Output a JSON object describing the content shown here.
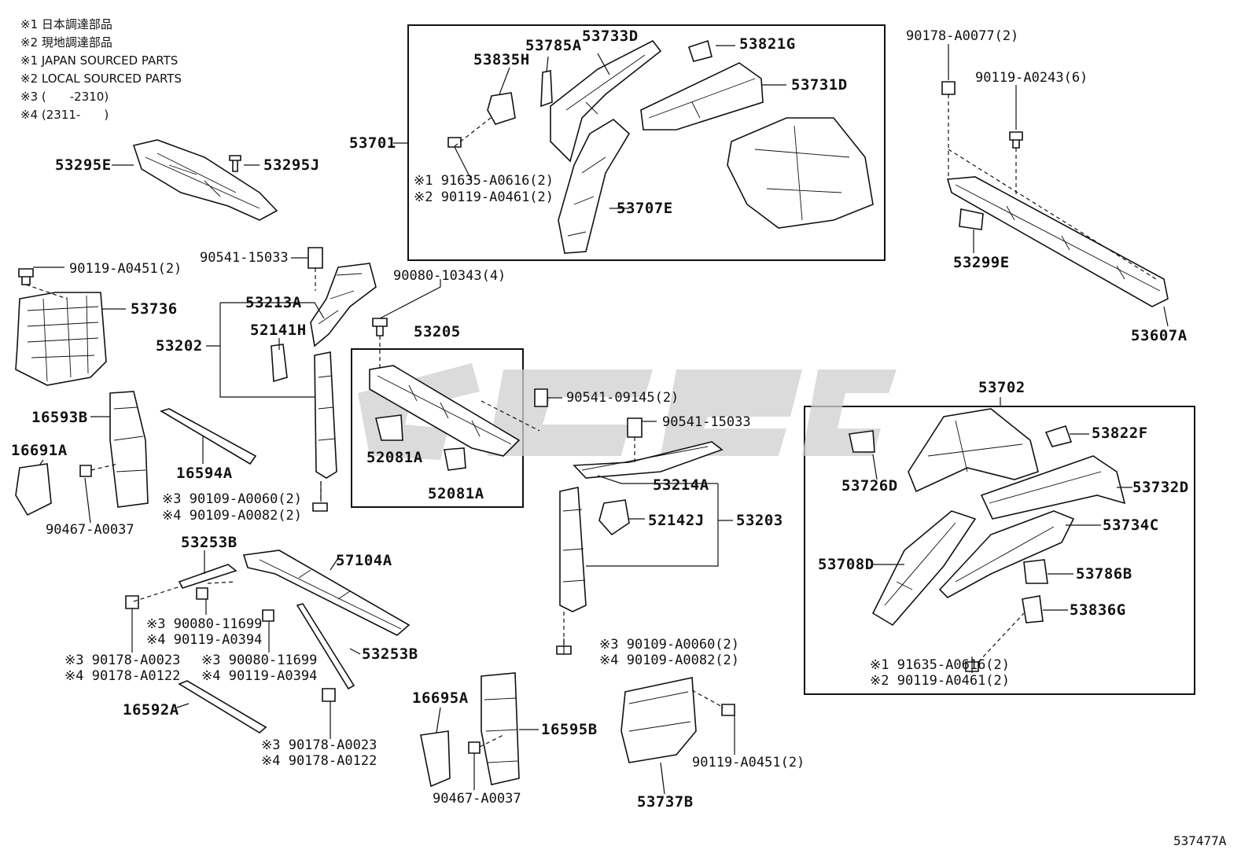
{
  "legend": [
    "※1 日本調達部品",
    "※2 現地調達部品",
    "※1 JAPAN SOURCED PARTS",
    "※2 LOCAL SOURCED PARTS",
    "※3 (　　-2310)",
    "※4 (2311-　　)"
  ],
  "labels": {
    "l53295E": "53295E",
    "l53295J": "53295J",
    "l53701": "53701",
    "l53835H": "53835H",
    "l53785A": "53785A",
    "l53733D": "53733D",
    "l53821G": "53821G",
    "l53731D": "53731D",
    "l53707E": "53707E",
    "l91635a": "※1 91635-A0616(2)",
    "l90119a": "※2 90119-A0461(2)",
    "l90178_0077": "90178-A0077(2)",
    "l90119_0243": "90119-A0243(6)",
    "l53299E": "53299E",
    "l53607A": "53607A",
    "l90119_0451a": "90119-A0451(2)",
    "l53736": "53736",
    "l90541_15033a": "90541-15033",
    "l53213A": "53213A",
    "l53202": "53202",
    "l52141H": "52141H",
    "l90080_10343": "90080-10343(4)",
    "l53205": "53205",
    "l52081A_1": "52081A",
    "l52081A_2": "52081A",
    "l90541_09145": "90541-09145(2)",
    "l90541_15033b": "90541-15033",
    "l16593B": "16593B",
    "l16691A": "16691A",
    "l90467_a": "90467-A0037",
    "l16594A": "16594A",
    "l90109_60a": "※3 90109-A0060(2)",
    "l90109_82a": "※4 90109-A0082(2)",
    "l53214A": "53214A",
    "l52142J": "52142J",
    "l53203": "53203",
    "l53253B_1": "53253B",
    "l57104A": "57104A",
    "l90080_11699a": "※3 90080-11699",
    "l90119_0394a": "※4 90119-A0394",
    "l90080_11699b": "※3 90080-11699",
    "l90119_0394b": "※4 90119-A0394",
    "l90178_0023a": "※3 90178-A0023",
    "l90178_0122a": "※4 90178-A0122",
    "l53253B_2": "53253B",
    "l16592A": "16592A",
    "l90178_0023b": "※3 90178-A0023",
    "l90178_0122b": "※4 90178-A0122",
    "l90109_60b": "※3 90109-A0060(2)",
    "l90109_82b": "※4 90109-A0082(2)",
    "l16695A": "16695A",
    "l16595B": "16595B",
    "l90467_b": "90467-A0037",
    "l53737B": "53737B",
    "l90119_0451b": "90119-A0451(2)",
    "l53702": "53702",
    "l53726D": "53726D",
    "l53822F": "53822F",
    "l53732D": "53732D",
    "l53734C": "53734C",
    "l53708D": "53708D",
    "l53786B": "53786B",
    "l53836G": "53836G",
    "l91635b": "※1 91635-A0616(2)",
    "l90119b": "※2 90119-A0461(2)",
    "diagram_code": "537477A"
  },
  "colors": {
    "ink": "#111111",
    "watermark": "#cfcfcf",
    "paper": "#ffffff"
  }
}
